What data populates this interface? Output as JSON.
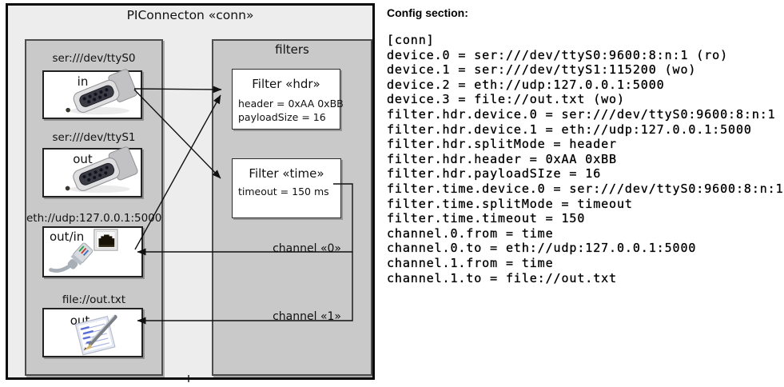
{
  "diagram": {
    "title": "PIConnecton «conn»",
    "filters_panel_label": "filters",
    "devices": [
      {
        "uri": "ser:///dev/ttyS0",
        "direction": "in",
        "icon": "serial-port-icon"
      },
      {
        "uri": "ser:///dev/ttyS1",
        "direction": "out",
        "icon": "serial-port-icon"
      },
      {
        "uri": "eth://udp:127.0.0.1:5000",
        "direction": "out/in",
        "icon": "ethernet-connector-icon"
      },
      {
        "uri": "file://out.txt",
        "direction": "out",
        "icon": "notepad-pen-icon"
      }
    ],
    "filters": [
      {
        "title": "Filter «hdr»",
        "properties": [
          "header = 0xAA 0xBB",
          "payloadSize = 16"
        ]
      },
      {
        "title": "Filter «time»",
        "properties": [
          "timeout = 150 ms"
        ]
      }
    ],
    "channels": [
      {
        "label": "channel «0»"
      },
      {
        "label": "channel «1»"
      }
    ]
  },
  "config": {
    "heading": "Config section:",
    "lines": [
      "[conn]",
      "device.0 = ser:///dev/ttyS0:9600:8:n:1 (ro)",
      "device.1 = ser:///dev/ttyS1:115200 (wo)",
      "device.2 = eth://udp:127.0.0.1:5000",
      "device.3 = file://out.txt (wo)",
      "filter.hdr.device.0 = ser:///dev/ttyS0:9600:8:n:1",
      "filter.hdr.device.1 = eth://udp:127.0.0.1:5000",
      "filter.hdr.splitMode = header",
      "filter.hdr.header = 0xAA 0xBB",
      "filter.hdr.payloadSIze = 16",
      "filter.time.device.0 = ser:///dev/ttyS0:9600:8:n:1",
      "filter.time.splitMode = timeout",
      "filter.time.timeout = 150",
      "channel.0.from = time",
      "channel.0.to = eth://udp:127.0.0.1:5000",
      "channel.1.from = time",
      "channel.1.to = file://out.txt"
    ]
  },
  "colors": {
    "outer_bg": "#ededed",
    "panel_bg": "#c9c9c9",
    "box_bg": "#ffffff",
    "line": "#111111"
  }
}
